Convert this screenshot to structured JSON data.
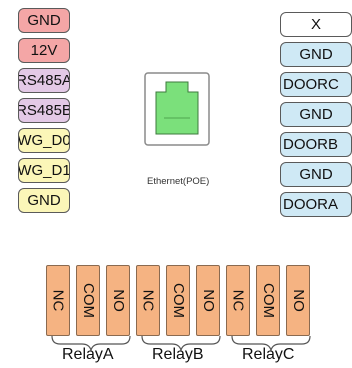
{
  "left_pins": [
    {
      "label": "GND",
      "color": "#f4a6a6"
    },
    {
      "label": "12V",
      "color": "#f4a6a6"
    },
    {
      "label": "RS485A",
      "color": "#e3c9e6"
    },
    {
      "label": "RS485B",
      "color": "#e3c9e6"
    },
    {
      "label": "WG_D0",
      "color": "#fbf6b8"
    },
    {
      "label": "WG_D1",
      "color": "#fbf6b8"
    },
    {
      "label": "GND",
      "color": "#fbf6b8"
    }
  ],
  "right_pins": [
    {
      "label": "X",
      "color": "#ffffff"
    },
    {
      "label": "GND",
      "color": "#cfe9f5"
    },
    {
      "label": "DOORC",
      "color": "#cfe9f5"
    },
    {
      "label": "GND",
      "color": "#cfe9f5"
    },
    {
      "label": "DOORB",
      "color": "#cfe9f5"
    },
    {
      "label": "GND",
      "color": "#cfe9f5"
    },
    {
      "label": "DOORA",
      "color": "#cfe9f5"
    }
  ],
  "ethernet": {
    "label": "Ethernet(POE)",
    "port_color": "#7be07b"
  },
  "relay_pins": [
    "NC",
    "COM",
    "NO",
    "NC",
    "COM",
    "NO",
    "NC",
    "COM",
    "NO"
  ],
  "relay_color": "#f5b382",
  "relays": [
    "RelayA",
    "RelayB",
    "RelayC"
  ]
}
